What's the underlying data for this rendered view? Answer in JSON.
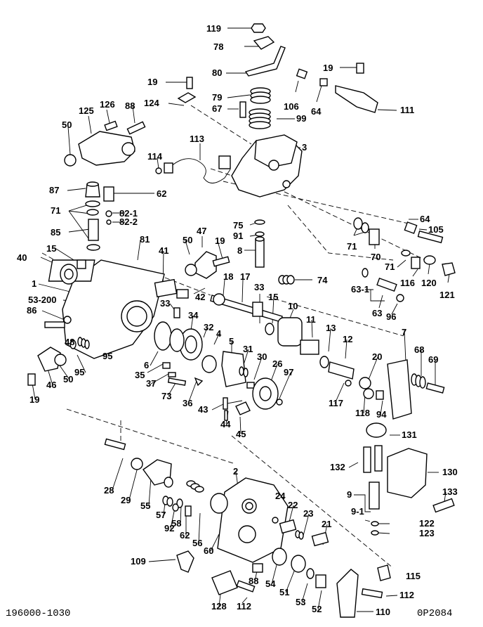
{
  "callouts": [
    {
      "id": "c119a",
      "text": "119"
    },
    {
      "id": "c78",
      "text": "78"
    },
    {
      "id": "c80",
      "text": "80"
    },
    {
      "id": "c19a",
      "text": "19"
    },
    {
      "id": "c124",
      "text": "124"
    },
    {
      "id": "c79",
      "text": "79"
    },
    {
      "id": "c67",
      "text": "67"
    },
    {
      "id": "c99",
      "text": "99"
    },
    {
      "id": "c106",
      "text": "106"
    },
    {
      "id": "c64a",
      "text": "64"
    },
    {
      "id": "c19b",
      "text": "19"
    },
    {
      "id": "c111",
      "text": "111"
    },
    {
      "id": "c3",
      "text": "3"
    },
    {
      "id": "c126",
      "text": "126"
    },
    {
      "id": "c88a",
      "text": "88"
    },
    {
      "id": "c125",
      "text": "125"
    },
    {
      "id": "c50a",
      "text": "50"
    },
    {
      "id": "c114",
      "text": "114"
    },
    {
      "id": "c113",
      "text": "113"
    },
    {
      "id": "c87",
      "text": "87"
    },
    {
      "id": "c62a",
      "text": "62"
    },
    {
      "id": "c71a",
      "text": "71"
    },
    {
      "id": "c82_1",
      "text": "82-1"
    },
    {
      "id": "c82_2",
      "text": "82-2"
    },
    {
      "id": "c85",
      "text": "85"
    },
    {
      "id": "c75",
      "text": "75"
    },
    {
      "id": "c91",
      "text": "91"
    },
    {
      "id": "c64b",
      "text": "64"
    },
    {
      "id": "c105",
      "text": "105"
    },
    {
      "id": "c47",
      "text": "47"
    },
    {
      "id": "c81",
      "text": "81"
    },
    {
      "id": "c50b",
      "text": "50"
    },
    {
      "id": "c19c",
      "text": "19"
    },
    {
      "id": "c71b",
      "text": "71"
    },
    {
      "id": "c70",
      "text": "70"
    },
    {
      "id": "c8",
      "text": "8"
    },
    {
      "id": "c40",
      "text": "40"
    },
    {
      "id": "c15a",
      "text": "15"
    },
    {
      "id": "c41",
      "text": "41"
    },
    {
      "id": "c71c",
      "text": "71"
    },
    {
      "id": "c116",
      "text": "116"
    },
    {
      "id": "c120",
      "text": "120"
    },
    {
      "id": "c121",
      "text": "121"
    },
    {
      "id": "c74",
      "text": "74"
    },
    {
      "id": "c1",
      "text": "1"
    },
    {
      "id": "c42",
      "text": "42"
    },
    {
      "id": "c18",
      "text": "18"
    },
    {
      "id": "c17",
      "text": "17"
    },
    {
      "id": "c63_1",
      "text": "63-1"
    },
    {
      "id": "c63",
      "text": "63"
    },
    {
      "id": "c96",
      "text": "96"
    },
    {
      "id": "c53_200",
      "text": "53-200"
    },
    {
      "id": "c33a",
      "text": "33"
    },
    {
      "id": "c33b",
      "text": "33"
    },
    {
      "id": "c15b",
      "text": "15"
    },
    {
      "id": "c10",
      "text": "10"
    },
    {
      "id": "c86",
      "text": "86"
    },
    {
      "id": "c34",
      "text": "34"
    },
    {
      "id": "c32",
      "text": "32"
    },
    {
      "id": "c11",
      "text": "11"
    },
    {
      "id": "c13",
      "text": "13"
    },
    {
      "id": "c7",
      "text": "7"
    },
    {
      "id": "c4",
      "text": "4"
    },
    {
      "id": "c5",
      "text": "5"
    },
    {
      "id": "c12",
      "text": "12"
    },
    {
      "id": "c48",
      "text": "48"
    },
    {
      "id": "c95a",
      "text": "95"
    },
    {
      "id": "c31",
      "text": "31"
    },
    {
      "id": "c20",
      "text": "20"
    },
    {
      "id": "c68",
      "text": "68"
    },
    {
      "id": "c69",
      "text": "69"
    },
    {
      "id": "c6",
      "text": "6"
    },
    {
      "id": "c95b",
      "text": "95"
    },
    {
      "id": "c30",
      "text": "30"
    },
    {
      "id": "c26",
      "text": "26"
    },
    {
      "id": "c46",
      "text": "46"
    },
    {
      "id": "c50c",
      "text": "50"
    },
    {
      "id": "c35",
      "text": "35"
    },
    {
      "id": "c97",
      "text": "97"
    },
    {
      "id": "c37",
      "text": "37"
    },
    {
      "id": "c73",
      "text": "73"
    },
    {
      "id": "c36",
      "text": "36"
    },
    {
      "id": "c117",
      "text": "117"
    },
    {
      "id": "c118",
      "text": "118"
    },
    {
      "id": "c94",
      "text": "94"
    },
    {
      "id": "c19d",
      "text": "19"
    },
    {
      "id": "c43",
      "text": "43"
    },
    {
      "id": "c44",
      "text": "44"
    },
    {
      "id": "c45",
      "text": "45"
    },
    {
      "id": "c131",
      "text": "131"
    },
    {
      "id": "c132",
      "text": "132"
    },
    {
      "id": "c130",
      "text": "130"
    },
    {
      "id": "c2",
      "text": "2"
    },
    {
      "id": "c28",
      "text": "28"
    },
    {
      "id": "c29",
      "text": "29"
    },
    {
      "id": "c55",
      "text": "55"
    },
    {
      "id": "c9",
      "text": "9"
    },
    {
      "id": "c133",
      "text": "133"
    },
    {
      "id": "c9_1",
      "text": "9-1"
    },
    {
      "id": "c57",
      "text": "57"
    },
    {
      "id": "c58",
      "text": "58"
    },
    {
      "id": "c24",
      "text": "24"
    },
    {
      "id": "c22",
      "text": "22"
    },
    {
      "id": "c92",
      "text": "92"
    },
    {
      "id": "c62b",
      "text": "62"
    },
    {
      "id": "c23",
      "text": "23"
    },
    {
      "id": "c122",
      "text": "122"
    },
    {
      "id": "c123",
      "text": "123"
    },
    {
      "id": "c56",
      "text": "56"
    },
    {
      "id": "c21",
      "text": "21"
    },
    {
      "id": "c60",
      "text": "60"
    },
    {
      "id": "c109",
      "text": "109"
    },
    {
      "id": "c115",
      "text": "115"
    },
    {
      "id": "c88b",
      "text": "88"
    },
    {
      "id": "c54",
      "text": "54"
    },
    {
      "id": "c51",
      "text": "51"
    },
    {
      "id": "c53",
      "text": "53"
    },
    {
      "id": "c52",
      "text": "52"
    },
    {
      "id": "c112a",
      "text": "112"
    },
    {
      "id": "c128",
      "text": "128"
    },
    {
      "id": "c112b",
      "text": "112"
    },
    {
      "id": "c110",
      "text": "110"
    }
  ],
  "footer": {
    "left": "196000-1030",
    "right": "0P2084"
  }
}
